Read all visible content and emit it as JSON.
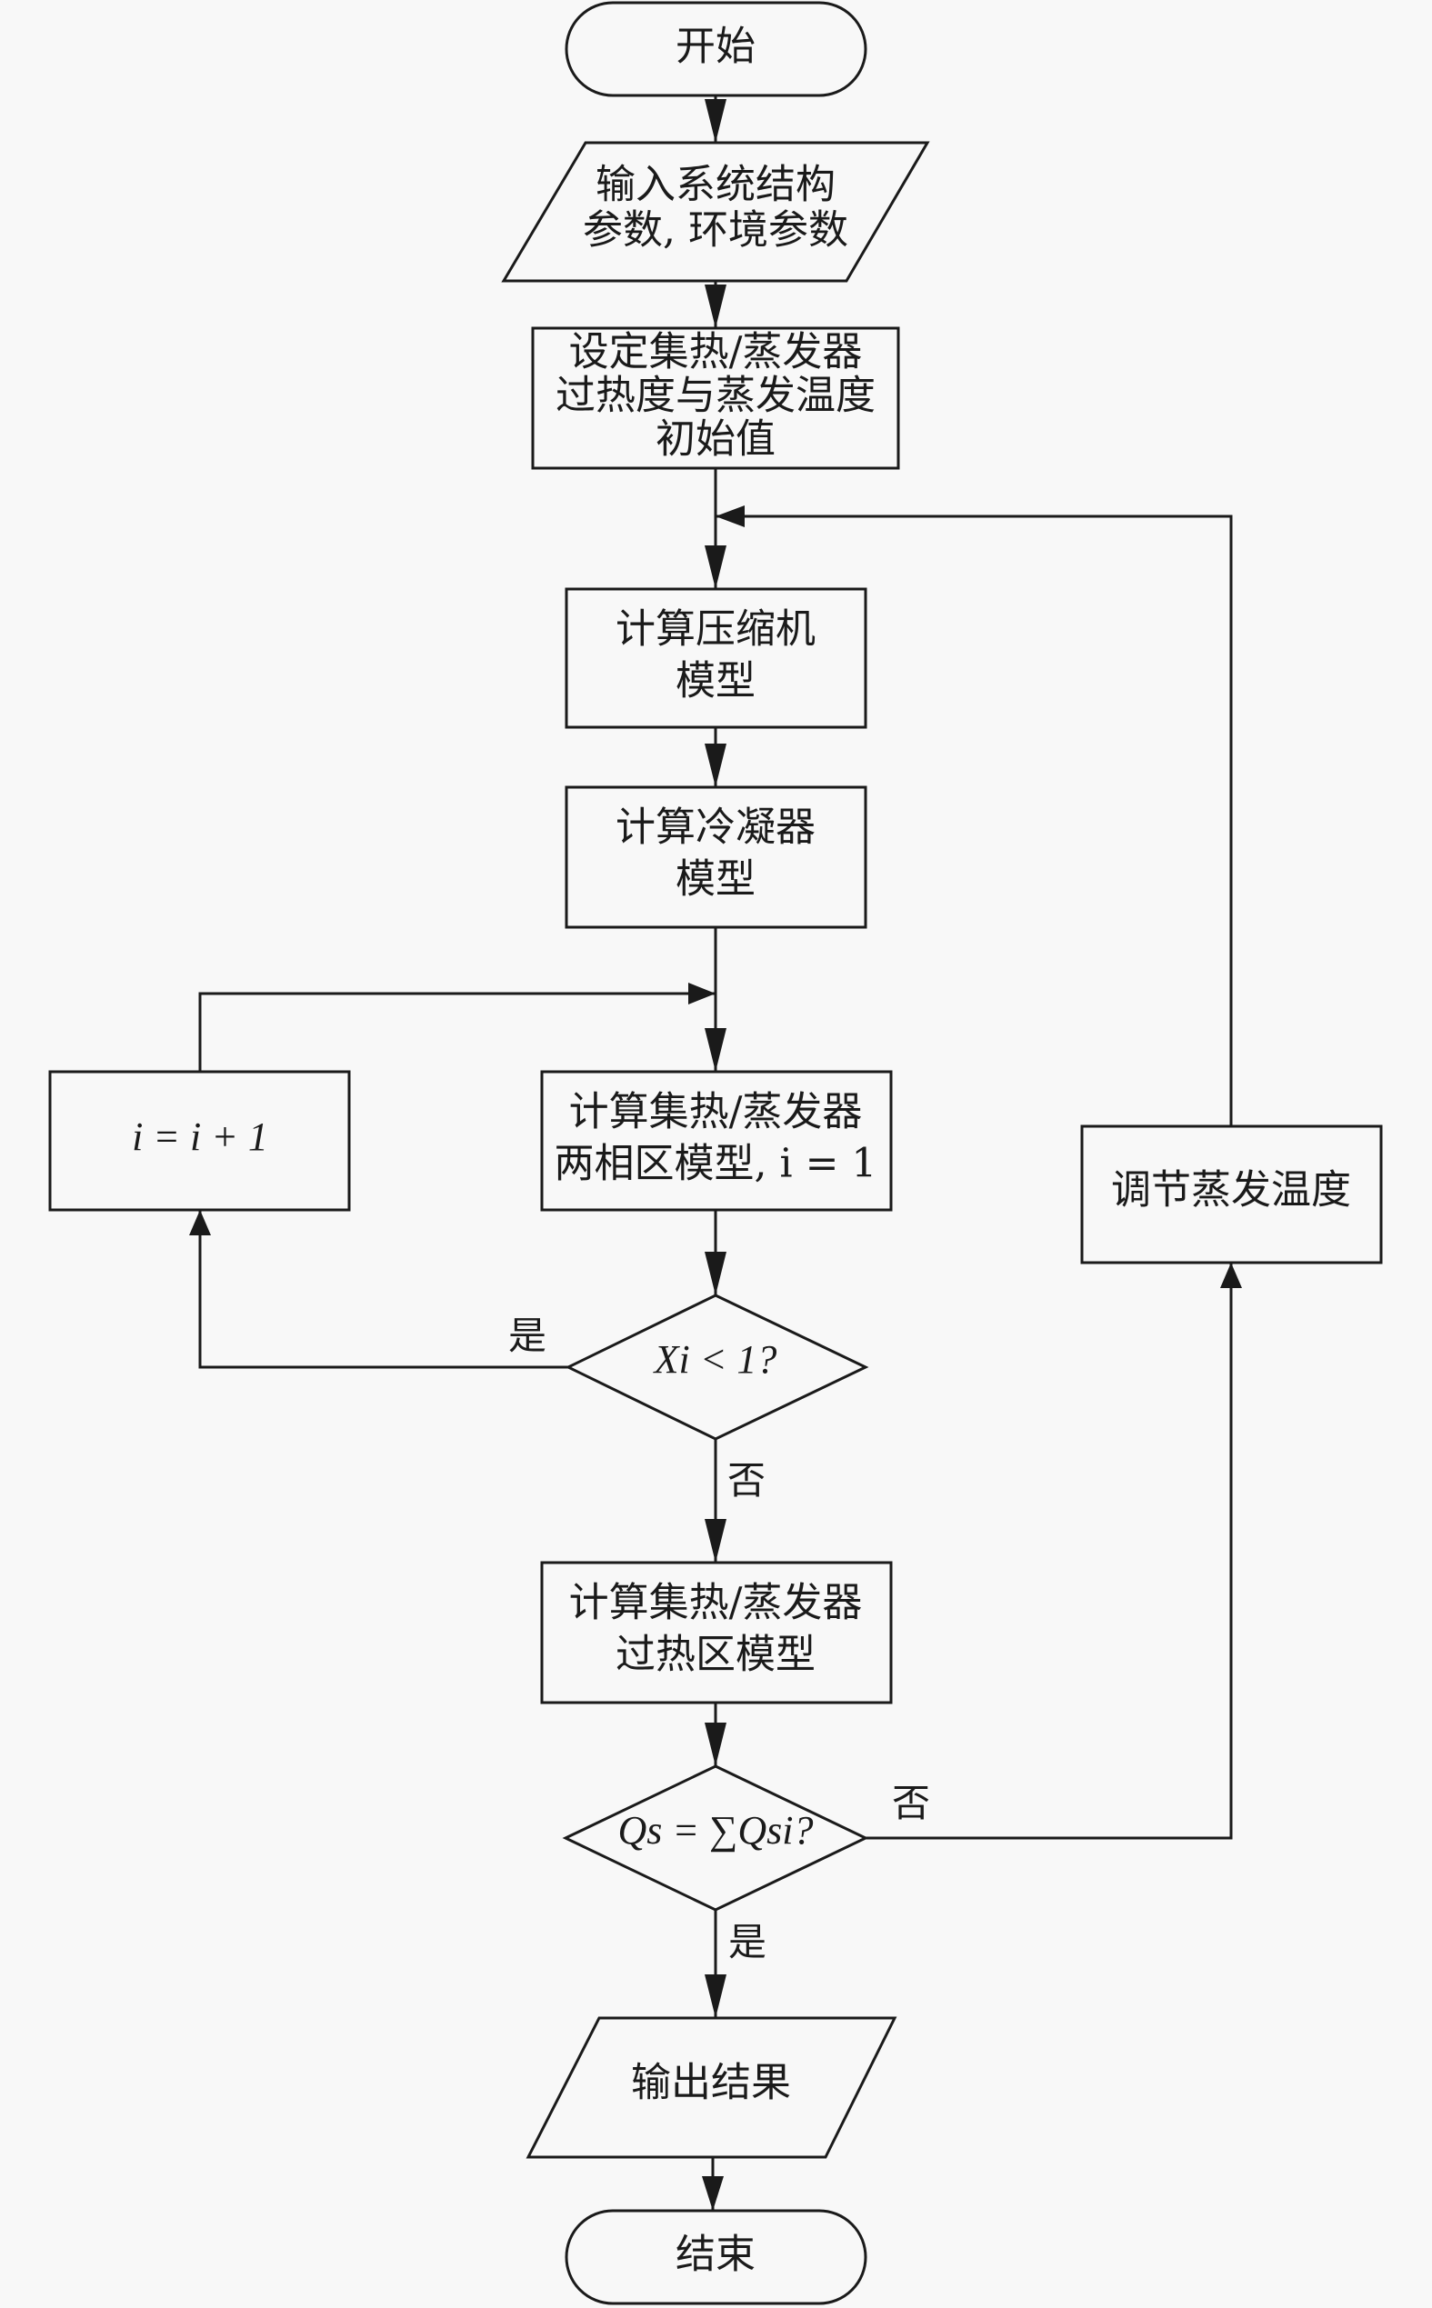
{
  "flowchart": {
    "start": "开始",
    "input": [
      "输入系统结构",
      "参数, 环境参数"
    ],
    "init": [
      "设定集热/蒸发器",
      "过热度与蒸发温度",
      "初始值"
    ],
    "compressor": [
      "计算压缩机",
      "模型"
    ],
    "condenser": [
      "计算冷凝器",
      "模型"
    ],
    "two_phase": [
      "计算集热/蒸发器",
      "两相区模型, i = 1"
    ],
    "increment": "i = i + 1",
    "decision_x": "Xi < 1?",
    "decision_x_yes": "是",
    "decision_x_no": "否",
    "superheat": [
      "计算集热/蒸发器",
      "过热区模型"
    ],
    "decision_q": "Qs = ∑Qsi?",
    "decision_q_no": "否",
    "decision_q_yes": "是",
    "adjust": "调节蒸发温度",
    "output": "输出结果",
    "end": "结束"
  }
}
